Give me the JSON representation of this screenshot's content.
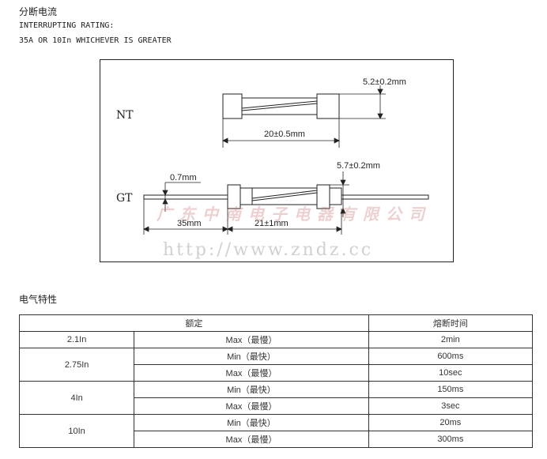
{
  "header": {
    "title_cn": "分断电流",
    "line1": "INTERRUPTING RATING:",
    "line2": "35A OR 10In WHICHEVER IS GREATER"
  },
  "diagram": {
    "nt_label": "NT",
    "gt_label": "GT",
    "nt_diameter": "5.2±0.2mm",
    "nt_length": "20±0.5mm",
    "gt_diameter": "5.7±0.2mm",
    "gt_lead_dia": "0.7mm",
    "gt_lead_len": "35mm",
    "gt_body_len": "21±1mm",
    "watermark_cn": "广东中南电子电器有限公司",
    "watermark_url": "http://www.zndz.cc"
  },
  "section_title": "电气特性",
  "table": {
    "headers": [
      "额定",
      "熔断时间"
    ],
    "groups": [
      {
        "rating": "2.1In",
        "rows": [
          {
            "cond": "Max（最慢）",
            "time": "2min"
          }
        ]
      },
      {
        "rating": "2.75In",
        "rows": [
          {
            "cond": "Min（最快）",
            "time": "600ms"
          },
          {
            "cond": "Max（最慢）",
            "time": "10sec"
          }
        ]
      },
      {
        "rating": "4In",
        "rows": [
          {
            "cond": "Min（最快）",
            "time": "150ms"
          },
          {
            "cond": "Max（最慢）",
            "time": "3sec"
          }
        ]
      },
      {
        "rating": "10In",
        "rows": [
          {
            "cond": "Min（最快）",
            "time": "20ms"
          },
          {
            "cond": "Max（最慢）",
            "time": "300ms"
          }
        ]
      }
    ]
  }
}
